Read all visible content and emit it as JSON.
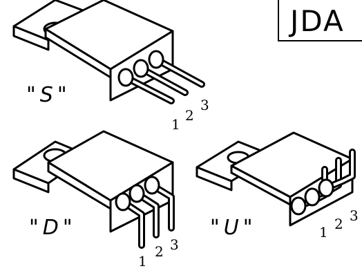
{
  "brand": {
    "logo_text": "JDA"
  },
  "variants": [
    {
      "key": "S",
      "label": "\"S\"",
      "pins": [
        "1",
        "2",
        "3"
      ]
    },
    {
      "key": "D",
      "label": "\"D\"",
      "pins": [
        "1",
        "2",
        "3"
      ]
    },
    {
      "key": "U",
      "label": "\"U\"",
      "pins": [
        "1",
        "2",
        "3"
      ]
    }
  ],
  "colors": {
    "ink": "#000000",
    "paper": "#ffffff"
  }
}
